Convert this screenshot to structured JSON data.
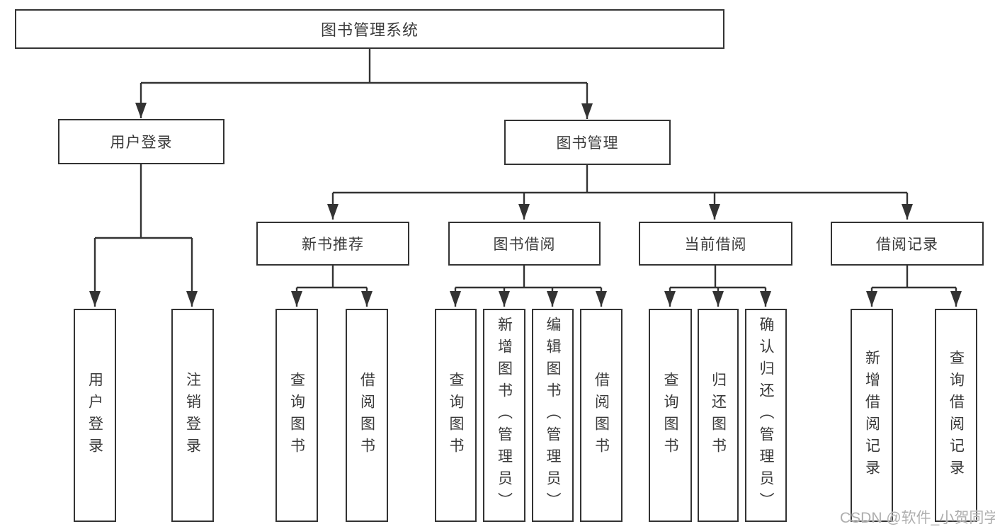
{
  "root": {
    "label": "图书管理系统"
  },
  "branches": [
    {
      "label": "用户登录",
      "children": [
        {
          "label": "用户登录"
        },
        {
          "label": "注销登录"
        }
      ]
    },
    {
      "label": "图书管理",
      "groups": [
        {
          "label": "新书推荐",
          "children": [
            {
              "label": "查询图书"
            },
            {
              "label": "借阅图书"
            }
          ]
        },
        {
          "label": "图书借阅",
          "children": [
            {
              "label": "查询图书"
            },
            {
              "label": "新增图书（管理员）"
            },
            {
              "label": "编辑图书（管理员）"
            },
            {
              "label": "借阅图书"
            }
          ]
        },
        {
          "label": "当前借阅",
          "children": [
            {
              "label": "查询图书"
            },
            {
              "label": "归还图书"
            },
            {
              "label": "确认归还（管理员）"
            }
          ]
        },
        {
          "label": "借阅记录",
          "children": [
            {
              "label": "新增借阅记录"
            },
            {
              "label": "查询借阅记录"
            }
          ]
        }
      ]
    }
  ],
  "watermark": {
    "text": "CSDN @软件_小贺同学"
  },
  "colors": {
    "line": "#333333",
    "text": "#3a3a3a",
    "watermark": "#aeaeae",
    "background": "#ffffff"
  }
}
